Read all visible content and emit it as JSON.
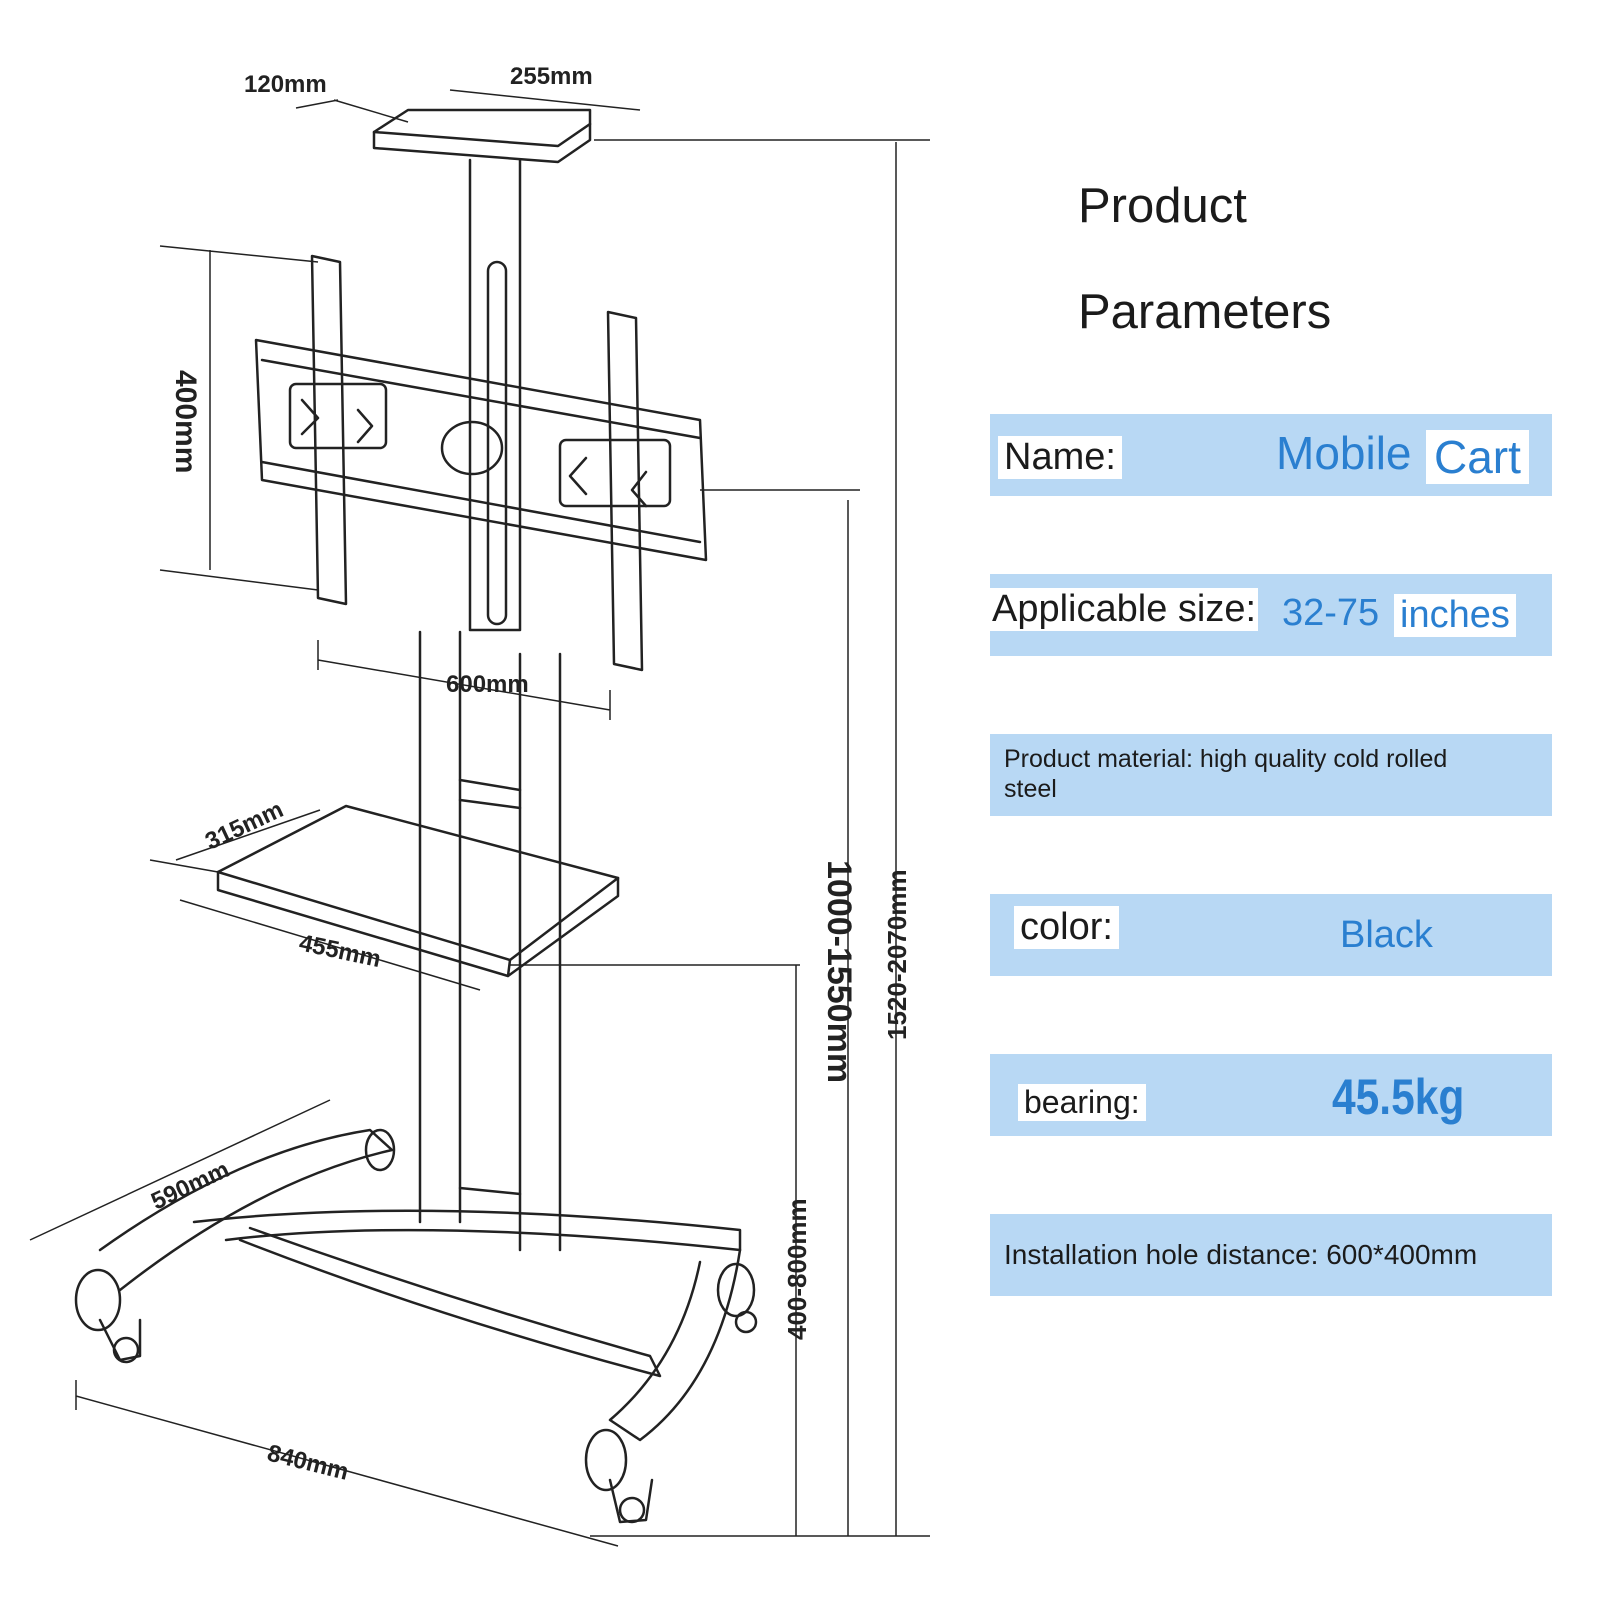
{
  "diagram": {
    "dimensions": {
      "top_plate_depth": "120mm",
      "top_plate_width": "255mm",
      "bracket_height": "400mm",
      "bracket_width": "600mm",
      "shelf_depth": "315mm",
      "shelf_width": "455mm",
      "base_depth": "590mm",
      "base_width": "840mm",
      "shelf_height": "400-800mm",
      "bracket_height_range": "1000-1550mm",
      "total_height": "1520-2070mm"
    }
  },
  "params": {
    "title_line1": "Product",
    "title_line2": "Parameters",
    "name_label": "Name:",
    "name_value_1": "Mobile",
    "name_value_2": "Cart",
    "size_label": "Applicable size:",
    "size_value_1": "32-75",
    "size_value_2": "inches",
    "material": "Product material: high quality cold rolled steel",
    "color_label": "color:",
    "color_value": "Black",
    "bearing_label": "bearing:",
    "bearing_value": "45.5kg",
    "hole_distance": "Installation hole distance: 600*400mm"
  },
  "colors": {
    "row_background": "#b8d8f4",
    "value_blue": "#2a7fd0",
    "line_color": "#222222"
  }
}
